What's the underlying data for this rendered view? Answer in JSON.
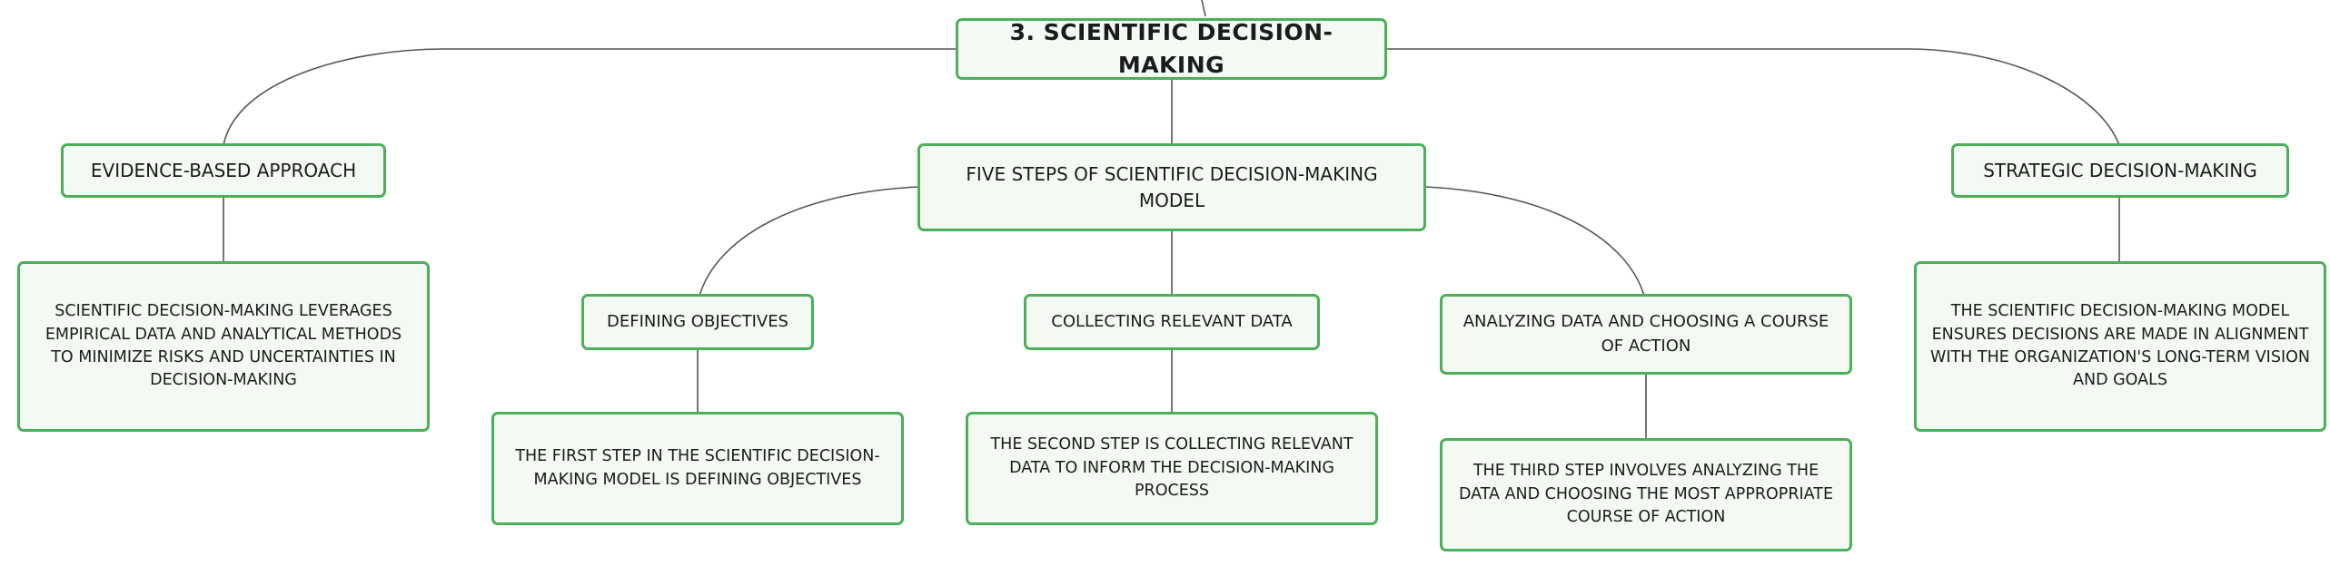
{
  "colors": {
    "node_border": "#4caf5a",
    "node_fill": "#f3faf4",
    "connector": "#555555",
    "text": "#1b1b1b"
  },
  "root": {
    "label": "3. SCIENTIFIC DECISION-MAKING"
  },
  "branches": {
    "evidence": {
      "label": "EVIDENCE-BASED APPROACH",
      "detail": "SCIENTIFIC DECISION-MAKING LEVERAGES EMPIRICAL DATA AND ANALYTICAL METHODS TO MINIMIZE RISKS AND UNCERTAINTIES IN DECISION-MAKING"
    },
    "five_steps": {
      "label": "FIVE STEPS OF SCIENTIFIC DECISION-MAKING MODEL",
      "steps": [
        {
          "label": "DEFINING OBJECTIVES",
          "detail": "THE FIRST STEP IN THE SCIENTIFIC DECISION-MAKING MODEL IS DEFINING OBJECTIVES"
        },
        {
          "label": "COLLECTING RELEVANT DATA",
          "detail": "THE SECOND STEP IS COLLECTING RELEVANT DATA TO INFORM THE DECISION-MAKING PROCESS"
        },
        {
          "label": "ANALYZING DATA AND CHOOSING A COURSE OF ACTION",
          "detail": "THE THIRD STEP INVOLVES ANALYZING THE DATA AND CHOOSING THE MOST APPROPRIATE COURSE OF ACTION"
        }
      ]
    },
    "strategic": {
      "label": "STRATEGIC DECISION-MAKING",
      "detail": "THE SCIENTIFIC DECISION-MAKING MODEL ENSURES DECISIONS ARE MADE IN ALIGNMENT WITH THE ORGANIZATION'S LONG-TERM VISION AND GOALS"
    }
  }
}
